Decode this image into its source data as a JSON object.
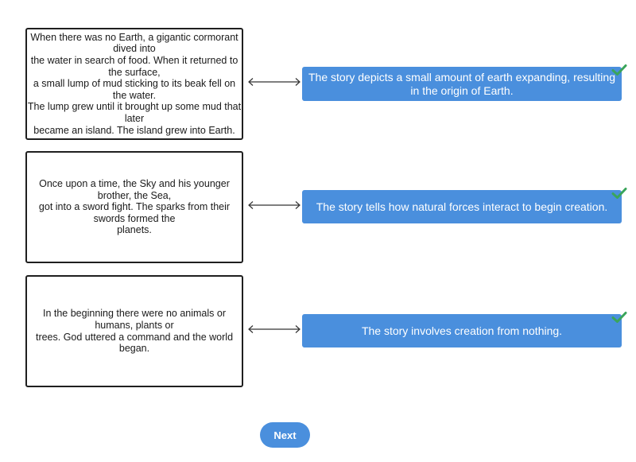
{
  "colors": {
    "accent": "#4a8fdd",
    "check": "#3aa55b",
    "border": "#1f1f1f"
  },
  "pairs": [
    {
      "stimulus_lines": [
        "When there was no Earth, a gigantic cormorant",
        "dived into",
        "the water in search of food. When it returned to",
        "the surface,",
        "a small lump of mud sticking to its beak fell on",
        "the water.",
        "The lump grew until it brought up some mud that",
        "later",
        "became an island. The island grew into Earth."
      ],
      "response_lines": [
        "The story depicts a small amount of earth expanding, resulting",
        "in the origin of Earth."
      ],
      "status_icon": "check-icon"
    },
    {
      "stimulus_lines": [
        "Once upon a time, the Sky and his younger",
        "brother, the Sea,",
        "got into a sword fight. The sparks from their",
        "swords formed the",
        "planets."
      ],
      "response_lines": [
        "The story tells how natural forces interact to begin creation."
      ],
      "status_icon": "check-icon"
    },
    {
      "stimulus_lines": [
        "In the beginning there were no animals or",
        "humans, plants or",
        "trees. God uttered a command and the world",
        "began."
      ],
      "response_lines": [
        "The story involves creation from nothing."
      ],
      "status_icon": "check-icon"
    }
  ],
  "next_button": {
    "label": "Next"
  }
}
